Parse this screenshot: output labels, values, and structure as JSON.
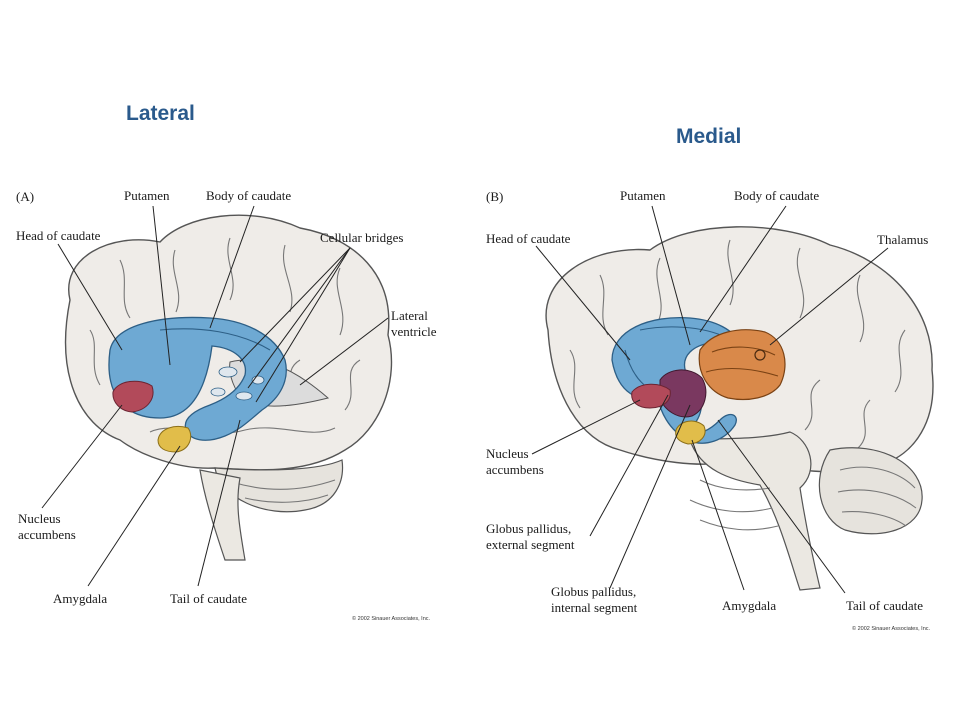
{
  "titles": {
    "lateral": "Lateral",
    "medial": "Medial"
  },
  "panel_a": {
    "letter": "(A)",
    "labels": {
      "putamen": "Putamen",
      "body_of_caudate": "Body of caudate",
      "head_of_caudate": "Head of caudate",
      "cellular_bridges": "Cellular bridges",
      "lateral_ventricle_1": "Lateral",
      "lateral_ventricle_2": "ventricle",
      "nucleus_accumbens_1": "Nucleus",
      "nucleus_accumbens_2": "accumbens",
      "amygdala": "Amygdala",
      "tail_of_caudate": "Tail of caudate"
    },
    "copyright": "© 2002 Sinauer Associates, Inc."
  },
  "panel_b": {
    "letter": "(B)",
    "labels": {
      "putamen": "Putamen",
      "body_of_caudate": "Body of caudate",
      "head_of_caudate": "Head of caudate",
      "thalamus": "Thalamus",
      "nucleus_accumbens_1": "Nucleus",
      "nucleus_accumbens_2": "accumbens",
      "gp_external_1": "Globus pallidus,",
      "gp_external_2": "external segment",
      "gp_internal_1": "Globus pallidus,",
      "gp_internal_2": "internal segment",
      "amygdala": "Amygdala",
      "tail_of_caudate": "Tail of caudate"
    },
    "copyright": "© 2002 Sinauer Associates, Inc."
  },
  "colors": {
    "title": "#2a5a8c",
    "caudate_putamen": "#6ea9d3",
    "nucleus_accumbens": "#b24a5a",
    "amygdala": "#e1bd4a",
    "globus_pallidus": "#7a3860",
    "thalamus": "#d9894a"
  }
}
